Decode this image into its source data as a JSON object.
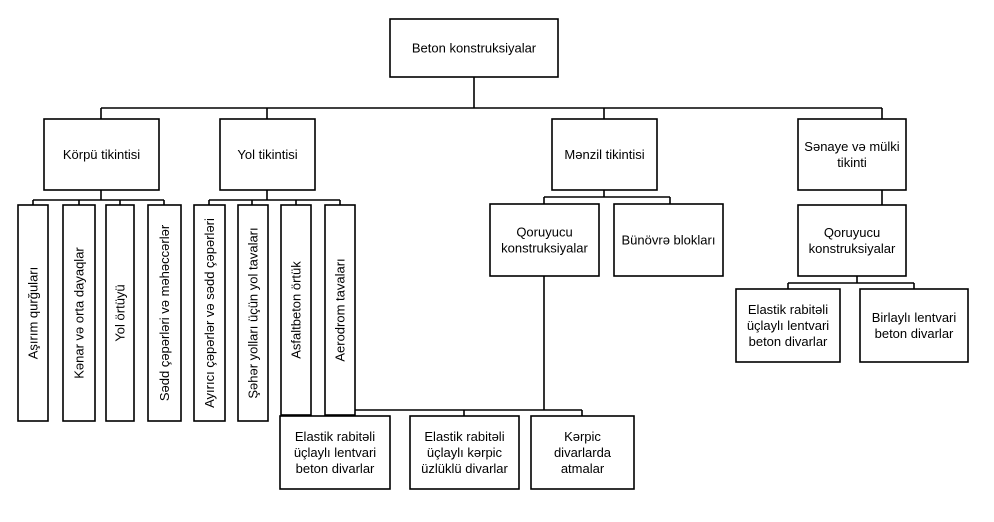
{
  "root": {
    "lines": [
      "Beton konstruksiyalar"
    ]
  },
  "categories": {
    "korpu": {
      "lines": [
        "Körpü tikintisi"
      ]
    },
    "yol": {
      "lines": [
        "Yol tikintisi"
      ]
    },
    "menzil": {
      "lines": [
        "Mənzil tikintisi"
      ]
    },
    "senaye": {
      "lines": [
        "Sənaye və mülki",
        "tikinti"
      ]
    }
  },
  "korpu_items": [
    {
      "lines": [
        "Aşırım qurğuları"
      ]
    },
    {
      "lines": [
        "Kənar və orta dayaqlar"
      ]
    },
    {
      "lines": [
        "Yol örtüyü"
      ]
    },
    {
      "lines": [
        "Sədd çəpərləri və məhəccərlər"
      ]
    }
  ],
  "yol_items": [
    {
      "lines": [
        "Ayırıcı çəpərlər və sədd çəpərləri"
      ]
    },
    {
      "lines": [
        "Şəhər yolları üçün yol tavaları"
      ]
    },
    {
      "lines": [
        "Asfaltbeton örtük"
      ]
    },
    {
      "lines": [
        "Aerodrom tavaları"
      ]
    }
  ],
  "menzil_items": {
    "qoruyucu": {
      "lines": [
        "Qoruyucu",
        "konstruksiyalar"
      ]
    },
    "bunovre": {
      "lines": [
        "Bünövrə blokları"
      ]
    }
  },
  "menzil_bottom": [
    {
      "lines": [
        "Elastik rabitəli",
        "üçlaylı lentvari",
        "beton divarlar"
      ]
    },
    {
      "lines": [
        "Elastik rabitəli",
        "üçlaylı kərpic",
        "üzlüklü divarlar"
      ]
    },
    {
      "lines": [
        "Kərpic",
        "divarlarda",
        "atmalar"
      ]
    }
  ],
  "senaye_items": {
    "qoruyucu": {
      "lines": [
        "Qoruyucu",
        "konstruksiyalar"
      ]
    },
    "bottom": [
      {
        "lines": [
          "Elastik rabitəli",
          "üçlaylı lentvari",
          "beton divarlar"
        ]
      },
      {
        "lines": [
          "Birlaylı lentvari",
          "beton divarlar"
        ]
      }
    ]
  },
  "colors": {
    "line": "#000000",
    "box_fill": "#ffffff",
    "text": "#000000"
  }
}
